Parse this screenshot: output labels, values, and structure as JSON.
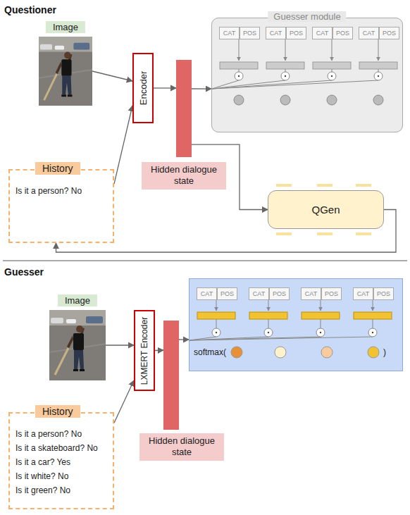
{
  "diagram": {
    "nodes": [
      {
        "text": [
          "Image"
        ]
      },
      {
        "text": [
          "History",
          "Is it a person? No"
        ]
      },
      {
        "text": [
          "Encoder"
        ]
      },
      {
        "text": [
          "Hidden dialogue state"
        ]
      },
      {
        "text": [
          "Guesser module"
        ]
      },
      {
        "text": [
          "CAT"
        ],
        "in": 4
      },
      {
        "text": [
          "POS"
        ],
        "in": 4
      },
      {
        "text": [
          "CAT"
        ],
        "in": 4
      },
      {
        "text": [
          "POS"
        ],
        "in": 4
      },
      {
        "text": [
          "CAT"
        ],
        "in": 4
      },
      {
        "text": [
          "POS"
        ],
        "in": 4
      },
      {
        "text": [
          "CAT"
        ],
        "in": 4
      },
      {
        "text": [
          "POS"
        ],
        "in": 4
      },
      {
        "text": [
          "QGen"
        ]
      },
      {
        "text": [
          "Image"
        ]
      },
      {
        "text": [
          "History",
          "Is it a person? No",
          "Is it a skateboard? No",
          "Is it a car? Yes",
          "Is it white? No",
          "Is it green? No"
        ]
      },
      {
        "text": [
          "LXMERT Encoder"
        ]
      },
      {
        "text": [
          "Hidden dialogue state"
        ]
      },
      {
        "text": [
          "softmax(",
          ")"
        ]
      },
      {
        "text": [
          "CAT"
        ],
        "in": 18
      },
      {
        "text": [
          "POS"
        ],
        "in": 18
      },
      {
        "text": [
          "CAT"
        ],
        "in": 18
      },
      {
        "text": [
          "POS"
        ],
        "in": 18
      },
      {
        "text": [
          "CAT"
        ],
        "in": 18
      },
      {
        "text": [
          "POS"
        ],
        "in": 18
      },
      {
        "text": [
          "CAT"
        ],
        "in": 18
      },
      {
        "text": [
          "POS"
        ],
        "in": 18
      }
    ],
    "edges": [
      {
        "from": 0,
        "to": 2,
        "arrow": "to"
      },
      {
        "from": 1,
        "to": 2,
        "arrow": "to"
      },
      {
        "from": 2,
        "to": 3,
        "arrow": "to"
      },
      {
        "from": 3,
        "to": 13,
        "arrow": "to"
      },
      {
        "from": 13,
        "to": 1,
        "arrow": "to"
      },
      {
        "from": 3,
        "to": 4,
        "arrow": "to"
      },
      {
        "from": 14,
        "to": 16,
        "arrow": "to"
      },
      {
        "from": 15,
        "to": 16,
        "arrow": "to"
      },
      {
        "from": 16,
        "to": 17,
        "arrow": "to"
      },
      {
        "from": 17,
        "to": 18,
        "arrow": "to"
      }
    ],
    "labels": [
      "Questioner",
      "Guesser"
    ]
  }
}
